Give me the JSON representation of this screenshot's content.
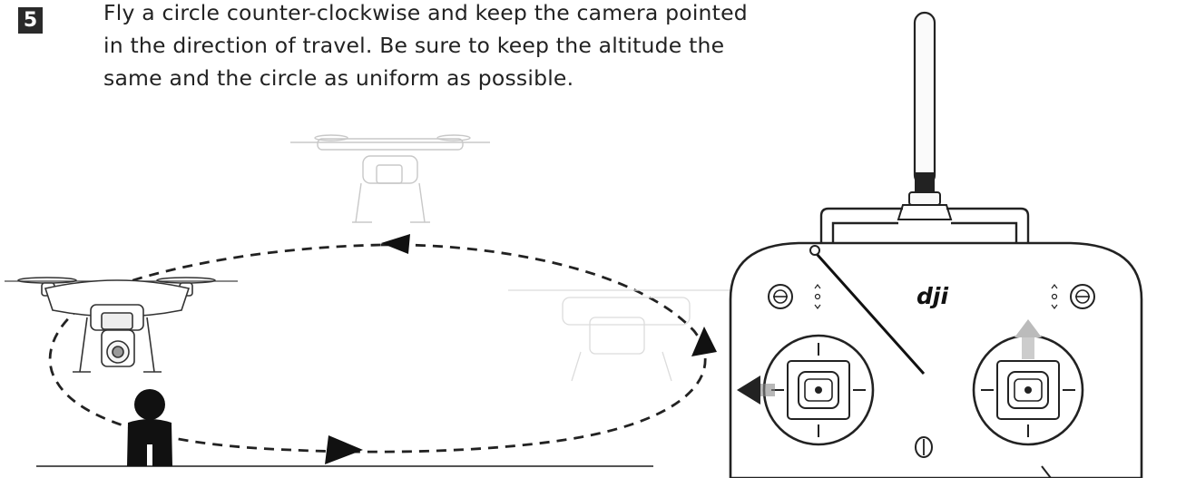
{
  "step": {
    "number": "5",
    "lines": [
      "Fly a circle counter-clockwise and keep the camera pointed",
      "in the direction of travel. Be sure to keep the altitude the",
      "same and the circle as uniform as possible."
    ]
  },
  "controller": {
    "brand_logo": "dji",
    "icons": [
      "antenna-icon",
      "power-button-icon",
      "joystick-left-icon",
      "joystick-right-icon",
      "up-arrow-icon",
      "left-arrow-icon"
    ]
  },
  "illustration": {
    "path_direction": "counter-clockwise",
    "icons": [
      "drone-icon",
      "person-icon",
      "dashed-circle-path-icon"
    ]
  }
}
